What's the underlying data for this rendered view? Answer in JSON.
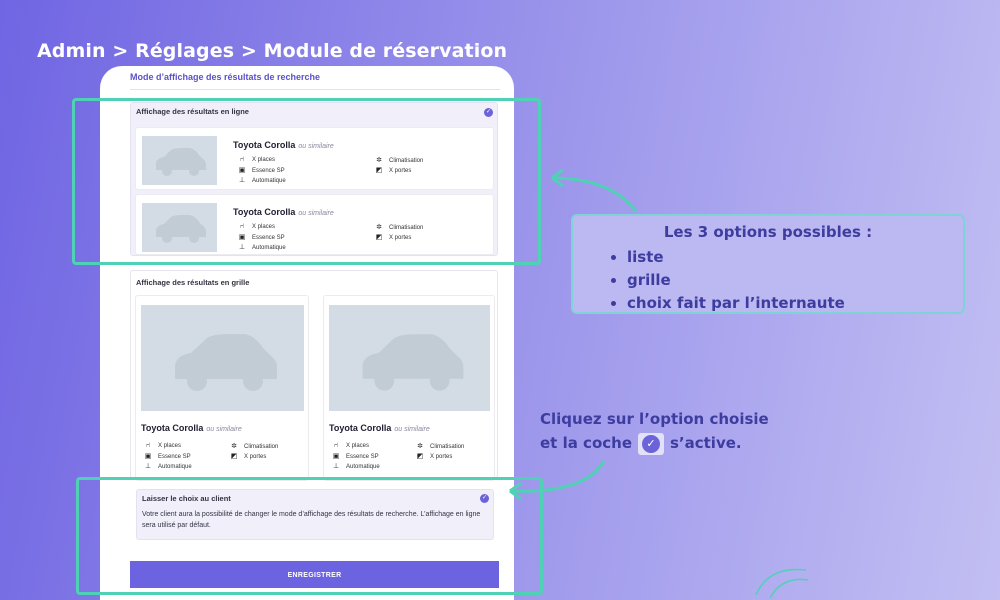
{
  "breadcrumb": "Admin > Réglages > Module de réservation",
  "panel_title": "Mode d’affichage des résultats de recherche",
  "car": {
    "name": "Toyota Corolla",
    "similar": "ou similaire",
    "specs": {
      "seats": "X places",
      "fuel": "Essence SP",
      "gearbox": "Automatique",
      "ac": "Climatisation",
      "doors": "X portes"
    }
  },
  "options": {
    "list": {
      "label": "Affichage des résultats en ligne",
      "checked": true
    },
    "grid": {
      "label": "Affichage des résultats en grille",
      "checked": false
    },
    "client": {
      "label": "Laisser le choix au client",
      "checked": true,
      "description": "Votre client aura la possibilité de changer le mode d’affichage des résultats de recherche. L’affichage en ligne sera utilisé par défaut."
    }
  },
  "save_button": "ENREGISTRER",
  "callout": {
    "title": "Les 3 options possibles :",
    "items": [
      "liste",
      "grille",
      "choix fait par l’internaute"
    ]
  },
  "note": {
    "line1": "Cliquez sur l’option choisie",
    "line2_before": "et la coche",
    "line2_after": "s’active."
  },
  "colors": {
    "accent": "#6c63e0",
    "highlight": "#4fd1b6",
    "callout_text": "#3d3da0"
  },
  "icons": [
    "seat-icon",
    "fuel-pump-icon",
    "gear-shift-icon",
    "fan-icon",
    "car-door-icon",
    "check-circle-icon",
    "curved-arrow-icon"
  ]
}
